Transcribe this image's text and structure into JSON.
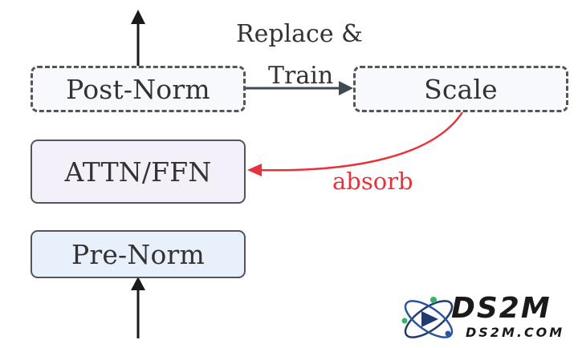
{
  "diagram": {
    "nodes": {
      "post_norm": "Post-Norm",
      "scale": "Scale",
      "attn_ffn": "ATTN/FFN",
      "pre_norm": "Pre-Norm"
    },
    "edge_labels": {
      "replace_line1": "Replace &",
      "replace_line2": "Train",
      "absorb": "absorb"
    },
    "colors": {
      "node_border": "#555555",
      "post_norm_fill": "#f7f9fc",
      "attn_fill": "#f3f0fa",
      "pre_norm_fill": "#e8f1fb",
      "absorb_color": "#e8323a",
      "arrow_color": "#1a1a1a",
      "replace_arrow_color": "#3f4a52"
    }
  },
  "watermark": {
    "brand": "DS2M",
    "domain": "DS2M.COM",
    "icon": "atom-icon"
  }
}
